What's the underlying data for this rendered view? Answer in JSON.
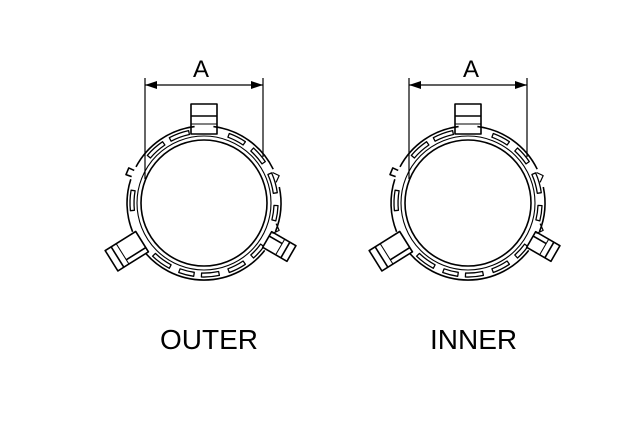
{
  "figures": [
    {
      "label": "OUTER",
      "dimension": "A"
    },
    {
      "label": "INNER",
      "dimension": "A"
    }
  ],
  "colors": {
    "line": "#000000",
    "background": "#ffffff"
  }
}
